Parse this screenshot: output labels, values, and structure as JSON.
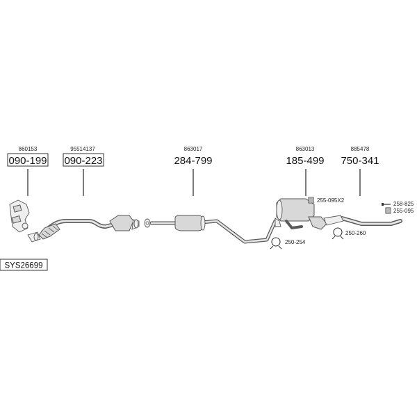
{
  "diagram": {
    "system_code": "SYS26699",
    "parts": [
      {
        "ref": "860153",
        "code": "090-199",
        "boxed": true
      },
      {
        "ref": "95514137",
        "code": "090-223",
        "boxed": true
      },
      {
        "ref": "863017",
        "code": "284-799",
        "boxed": false
      },
      {
        "ref": "863013",
        "code": "185-499",
        "boxed": false
      },
      {
        "ref": "885478",
        "code": "750-341",
        "boxed": false
      }
    ],
    "accessories": [
      {
        "code": "255-095X2",
        "icon": "clamp-icon"
      },
      {
        "code": "250-254",
        "icon": "ring-clamp-icon"
      },
      {
        "code": "250-260",
        "icon": "ring-clamp-icon"
      },
      {
        "code": "258-825",
        "icon": "bolt-icon"
      },
      {
        "code": "255-095",
        "icon": "clamp-icon"
      }
    ]
  }
}
